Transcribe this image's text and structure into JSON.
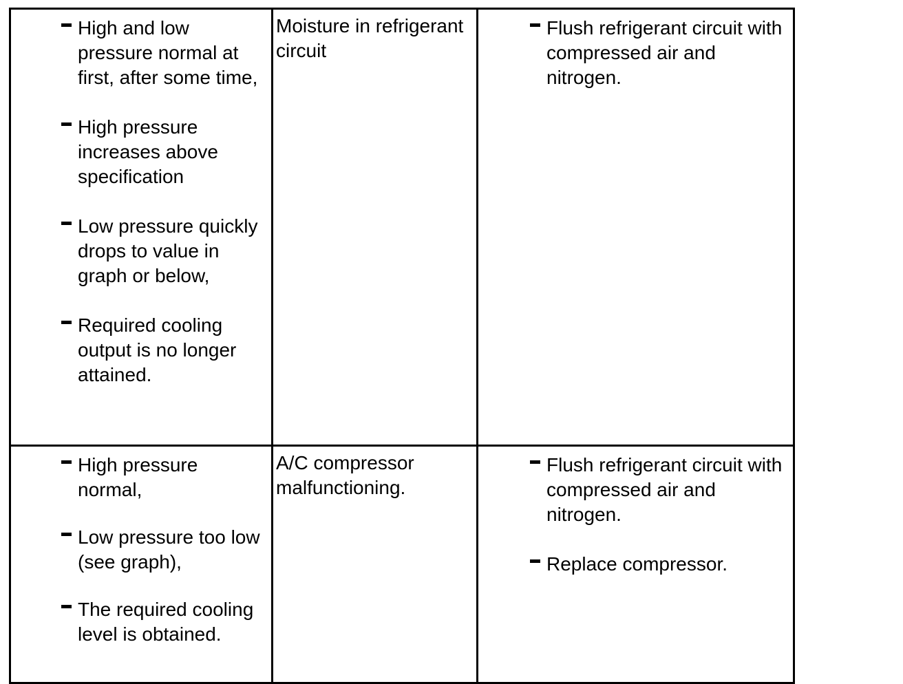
{
  "document": {
    "kind": "diagnosis-table",
    "border_color": "#000000",
    "text_color": "#000000",
    "background": "#ffffff",
    "bullet_glyph": "en-dash"
  },
  "table": {
    "columns": [
      {
        "key": "symptom",
        "role": "symptom"
      },
      {
        "key": "cause",
        "role": "cause"
      },
      {
        "key": "remedy",
        "role": "remedy"
      }
    ],
    "rows": [
      {
        "id": "moisture-in-refrigerant-circuit",
        "symptom_bullets": [
          "High and low pressure normal at first, after some time,",
          "High pressure increases above specification",
          "Low pressure quickly drops to value in graph or below,",
          "Required cooling output is no longer attained."
        ],
        "cause": "Moisture in refrigerant circuit",
        "remedy_bullets": [
          "Flush refrigerant circuit with compressed air and nitrogen."
        ]
      },
      {
        "id": "ac-compressor-malfunctioning",
        "symptom_bullets": [
          "High pressure normal,",
          "Low pressure too low (see graph),",
          "The required cooling level is obtained."
        ],
        "cause": "A/C compressor malfunctioning.",
        "remedy_bullets": [
          "Flush refrigerant circuit with compressed air and nitrogen.",
          "Replace compressor."
        ]
      }
    ]
  }
}
